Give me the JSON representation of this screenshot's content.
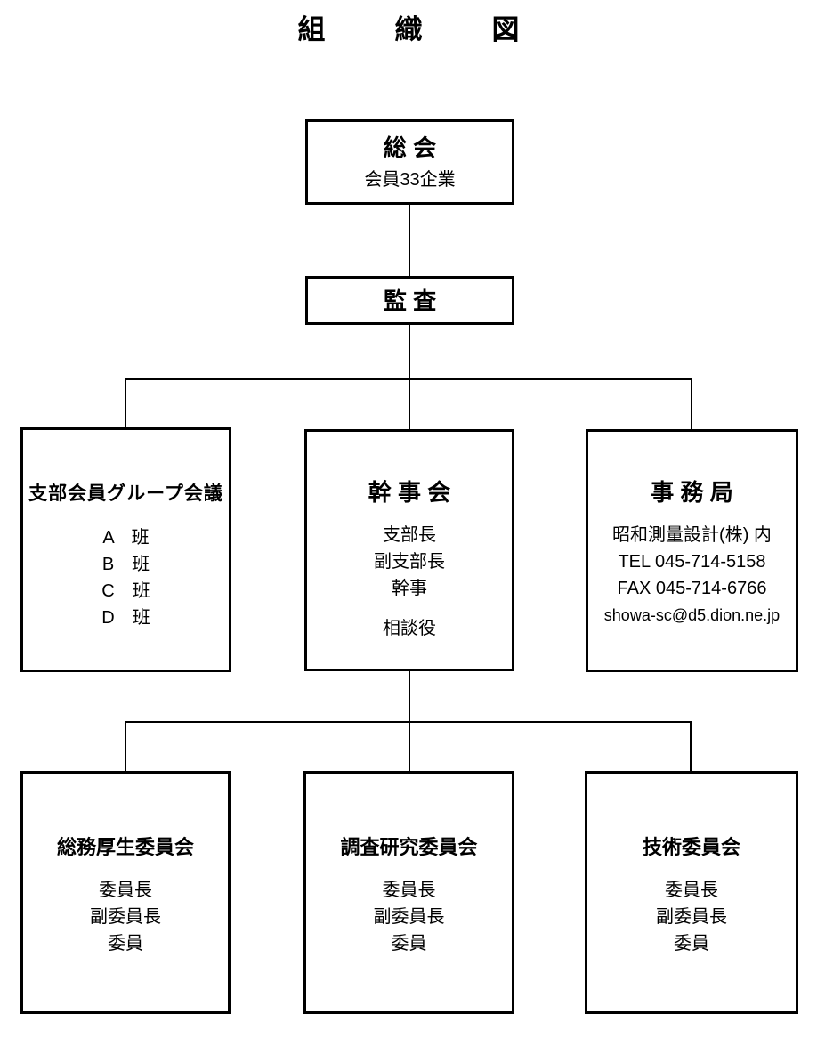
{
  "title": "組織図",
  "nodes": {
    "soukai": {
      "title": "総 会",
      "subtitle": "会員33企業"
    },
    "kansa": {
      "title": "監 査"
    },
    "group_meeting": {
      "title": "支部会員グループ会議",
      "items": [
        "A　班",
        "B　班",
        "C　班",
        "D　班"
      ]
    },
    "kanjikai": {
      "title": "幹 事 会",
      "items": [
        "支部長",
        "副支部長",
        "幹事"
      ],
      "advisor": "相談役"
    },
    "jimukyoku": {
      "title": "事 務 局",
      "lines": [
        "昭和測量設計(株) 内",
        "TEL 045-714-5158",
        "FAX 045-714-6766",
        "showa-sc@d5.dion.ne.jp"
      ]
    },
    "soumu": {
      "title": "総務厚生委員会",
      "items": [
        "委員長",
        "副委員長",
        "委員"
      ]
    },
    "chousa": {
      "title": "調査研究委員会",
      "items": [
        "委員長",
        "副委員長",
        "委員"
      ]
    },
    "gijutsu": {
      "title": "技術委員会",
      "items": [
        "委員長",
        "副委員長",
        "委員"
      ]
    }
  },
  "colors": {
    "line": "#000000",
    "background": "#ffffff",
    "text": "#000000"
  }
}
